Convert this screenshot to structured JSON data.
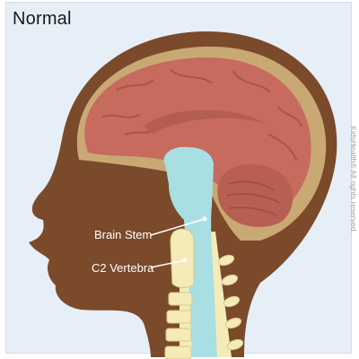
{
  "title": "Normal",
  "labels": {
    "brain_stem": "Brain Stem",
    "c2_vertebra": "C2 Vertebra"
  },
  "credit": "KidsHealth® All rights reserved.",
  "colors": {
    "background": "#e6eef8",
    "skin": "#7a4a2a",
    "skull": "#c9a874",
    "brain": "#c76b5e",
    "brain_stem": "#a9dfe2",
    "vertebra": "#f5ebb8",
    "label_text": "#ffffff"
  }
}
